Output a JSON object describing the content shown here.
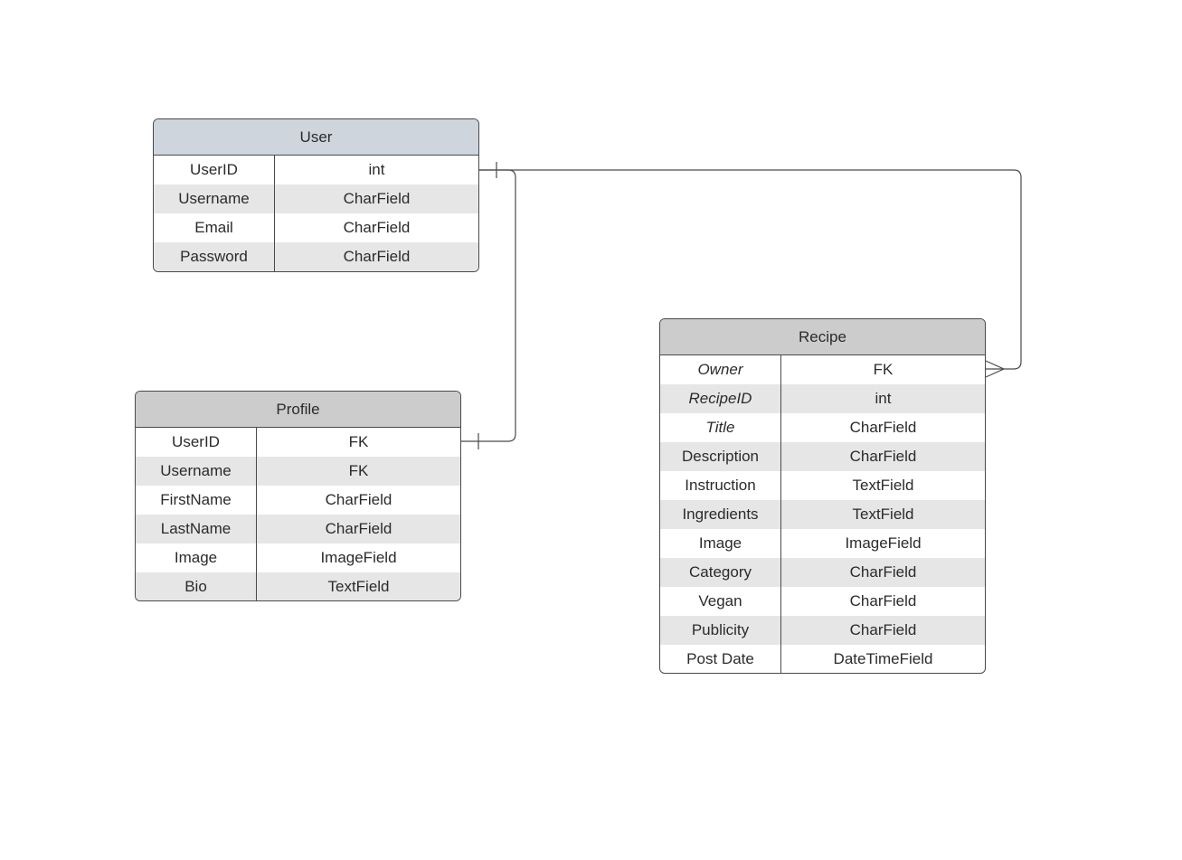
{
  "entities": {
    "user": {
      "title": "User",
      "fields": [
        {
          "name": "UserID",
          "type": "int"
        },
        {
          "name": "Username",
          "type": "CharField"
        },
        {
          "name": "Email",
          "type": "CharField"
        },
        {
          "name": "Password",
          "type": "CharField"
        }
      ]
    },
    "profile": {
      "title": "Profile",
      "fields": [
        {
          "name": "UserID",
          "type": "FK"
        },
        {
          "name": "Username",
          "type": "FK"
        },
        {
          "name": "FirstName",
          "type": "CharField"
        },
        {
          "name": "LastName",
          "type": "CharField"
        },
        {
          "name": "Image",
          "type": "ImageField"
        },
        {
          "name": "Bio",
          "type": "TextField"
        }
      ]
    },
    "recipe": {
      "title": "Recipe",
      "fields": [
        {
          "name": "Owner",
          "type": "FK",
          "italic": true
        },
        {
          "name": "RecipeID",
          "type": "int",
          "italic": true
        },
        {
          "name": "Title",
          "type": "CharField",
          "italic": true
        },
        {
          "name": "Description",
          "type": "CharField"
        },
        {
          "name": "Instruction",
          "type": "TextField"
        },
        {
          "name": "Ingredients",
          "type": "TextField"
        },
        {
          "name": "Image",
          "type": "ImageField"
        },
        {
          "name": "Category",
          "type": "CharField"
        },
        {
          "name": "Vegan",
          "type": "CharField"
        },
        {
          "name": "Publicity",
          "type": "CharField"
        },
        {
          "name": "Post Date",
          "type": "DateTimeField"
        }
      ]
    }
  },
  "relationships": [
    {
      "from": "User.UserID",
      "to": "Profile.UserID",
      "cardinality": "one-to-one"
    },
    {
      "from": "User.UserID",
      "to": "Recipe.Owner",
      "cardinality": "one-to-many"
    }
  ]
}
